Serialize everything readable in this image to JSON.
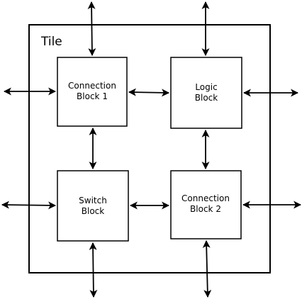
{
  "tile": {
    "label": "Tile"
  },
  "blocks": {
    "cb1": {
      "line1": "Connection",
      "line2": "Block 1"
    },
    "logic": {
      "line1": "Logic",
      "line2": "Block"
    },
    "switch": {
      "line1": "Switch",
      "line2": "Block"
    },
    "cb2": {
      "line1": "Connection",
      "line2": "Block 2"
    }
  },
  "colors": {
    "stroke": "#000000",
    "background": "#ffffff"
  }
}
